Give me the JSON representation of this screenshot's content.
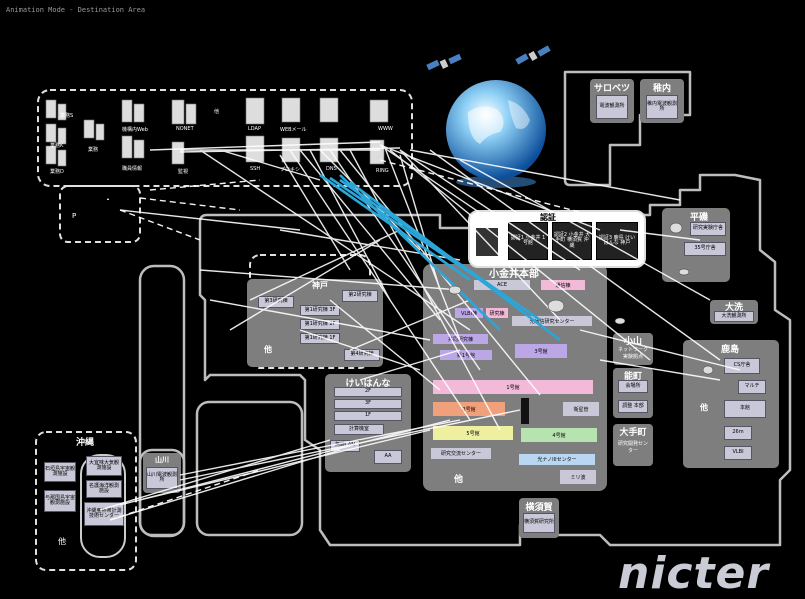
{
  "mode_label": "Animation Mode - Destination Area",
  "brand": "nicter",
  "servers": {
    "gyomu_s": "業務S",
    "gyomu_k": "業務K",
    "gyomu_d": "業務D",
    "gyomu": "業務",
    "kikan_web": "機構内Web",
    "shokuin": "職員情報",
    "nonet": "NONET",
    "kanshi": "監視",
    "other": "他",
    "ldap": "LDAP",
    "ssh": "SSH",
    "webmail": "WEBメール",
    "proxy": "プロキシ",
    "dns": "DNS",
    "www": "WWW",
    "ring": "RING",
    "p": "P"
  },
  "sapporo": {
    "title": "サロベツ",
    "box": "電波観測所"
  },
  "wakkanai": {
    "title": "稚内",
    "box": "稚内電波観測所"
  },
  "ninsho": {
    "title": "認証",
    "boxes": [
      "認証1 小金井 1号館",
      "認証2 小金井 大手町 横須賀 沖縄",
      "認証3 鹿島 けいはんな 神戸"
    ]
  },
  "hiraiso": {
    "title": "平磯",
    "box1": "研究実験庁舎",
    "box2": "35号庁舎"
  },
  "kobe": {
    "title": "神戸",
    "boxes": [
      "第3研究棟",
      "第2研究棟",
      "第1研究棟 3F",
      "第1研究棟 2F",
      "第1研究棟 1F",
      "第4研究棟"
    ],
    "other": "他"
  },
  "koganei": {
    "title": "小金井本部",
    "boxes": [
      "ACE",
      "通信棟",
      "VLBI棟",
      "研究棟",
      "光通信研究センター",
      "共同研究棟",
      "3号館",
      "新1号館",
      "1号館",
      "2号館",
      "衛星管",
      "5号館",
      "4号館",
      "研究交流センター",
      "光ナノIIIセンター",
      "ミリ波"
    ],
    "other": "他"
  },
  "keihanna": {
    "title": "けいはんな",
    "floors": [
      "2F",
      "3F",
      "1F"
    ],
    "lab": "計算機室",
    "lan": "無線LAN",
    "aa": "AA"
  },
  "koyama": {
    "title": "小山",
    "box": "ネットワーク実験拠点"
  },
  "kashima": {
    "title": "鹿島",
    "boxes": [
      "CS庁舎",
      "マルチ",
      "本館",
      "26m",
      "VLBI"
    ],
    "other": "他"
  },
  "ooarai": {
    "title": "大洗",
    "box": "大洗観測所"
  },
  "noroshi": {
    "title": "能町",
    "box1": "会場所",
    "box2": "調整 本部"
  },
  "otemachi": {
    "title": "大手町",
    "box": "研究開発センター"
  },
  "yokosuka": {
    "title": "横須賀",
    "box": "横須賀研究所"
  },
  "yamagawa": {
    "title": "山川",
    "box": "山川電波観測所"
  },
  "okinawa": {
    "title": "沖縄",
    "boxes": [
      "石垣島宇宙観測施設",
      "大宜味大気観測施設",
      "名護海洋観測施設",
      "与那国島宇宙観測施設",
      "沖縄亜熱帯計測技術センター"
    ],
    "other": "他"
  },
  "colors": {
    "accent": "#2aa6d8",
    "traffic": "#ffffff",
    "border": "#bdbdbd",
    "box": "#c8c8d8"
  }
}
